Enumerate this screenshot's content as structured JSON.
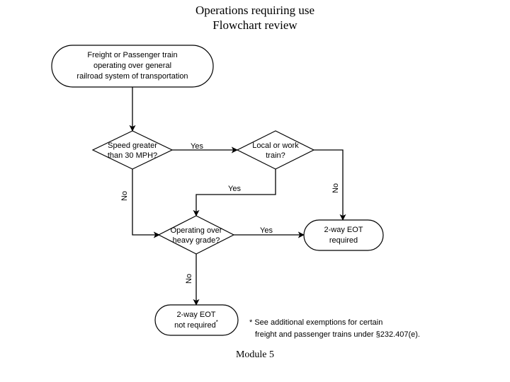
{
  "title": {
    "line1": "Operations requiring use",
    "line2": "Flowchart review"
  },
  "footer": {
    "label": "Module 5"
  },
  "flowchart": {
    "nodes": {
      "start": {
        "type": "terminator",
        "line1": "Freight or Passenger train",
        "line2": "operating over general",
        "line3": "railroad system of transportation"
      },
      "speed_decision": {
        "type": "decision",
        "line1": "Speed greater",
        "line2": "than 30 MPH?"
      },
      "local_work_decision": {
        "type": "decision",
        "line1": "Local or work",
        "line2": "train?"
      },
      "grade_decision": {
        "type": "decision",
        "line1": "Operating over",
        "line2": "heavy grade?"
      },
      "eot_required": {
        "type": "terminator",
        "line1": "2-way EOT",
        "line2": "required"
      },
      "eot_not_required": {
        "type": "terminator",
        "line1": "2-way EOT",
        "line2": "not required",
        "marker": "*"
      }
    },
    "edge_labels": {
      "speed_yes": "Yes",
      "speed_no": "No",
      "local_yes": "Yes",
      "local_no": "No",
      "grade_yes": "Yes",
      "grade_no": "No"
    },
    "note": {
      "line1": "* See additional exemptions for certain",
      "line2": "freight and passenger trains under §232.407(e)."
    }
  },
  "colors": {
    "ink": "#000000",
    "paper": "#ffffff"
  }
}
